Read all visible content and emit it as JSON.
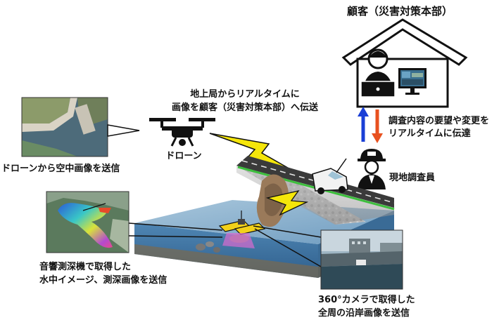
{
  "customer": {
    "title": "顧客（災害対策本部）"
  },
  "drone_message": {
    "line1": "地上局からリアルタイムに",
    "line2": "画像を顧客（災害対策本部）へ伝送"
  },
  "request_message": {
    "line1": "調査内容の要望や変更を",
    "line2": "リアルタイムに伝達"
  },
  "drone": {
    "label": "ドローン"
  },
  "aerial": {
    "caption": "ドローンから空中画像を送信"
  },
  "surveyor": {
    "label": "現地調査員"
  },
  "sonar": {
    "line1": "音響測深機で取得した",
    "line2": "水中イメージ、測深画像を送信"
  },
  "camera360": {
    "line1": "360°カメラで取得した",
    "line2": "全周の沿岸画像を送信"
  },
  "colors": {
    "up_arrow": "#1a3fd6",
    "down_arrow": "#e8511f",
    "lightning": "#f5e60a",
    "road_edge": "#3dbf3d",
    "water": "#7ea8c9"
  }
}
